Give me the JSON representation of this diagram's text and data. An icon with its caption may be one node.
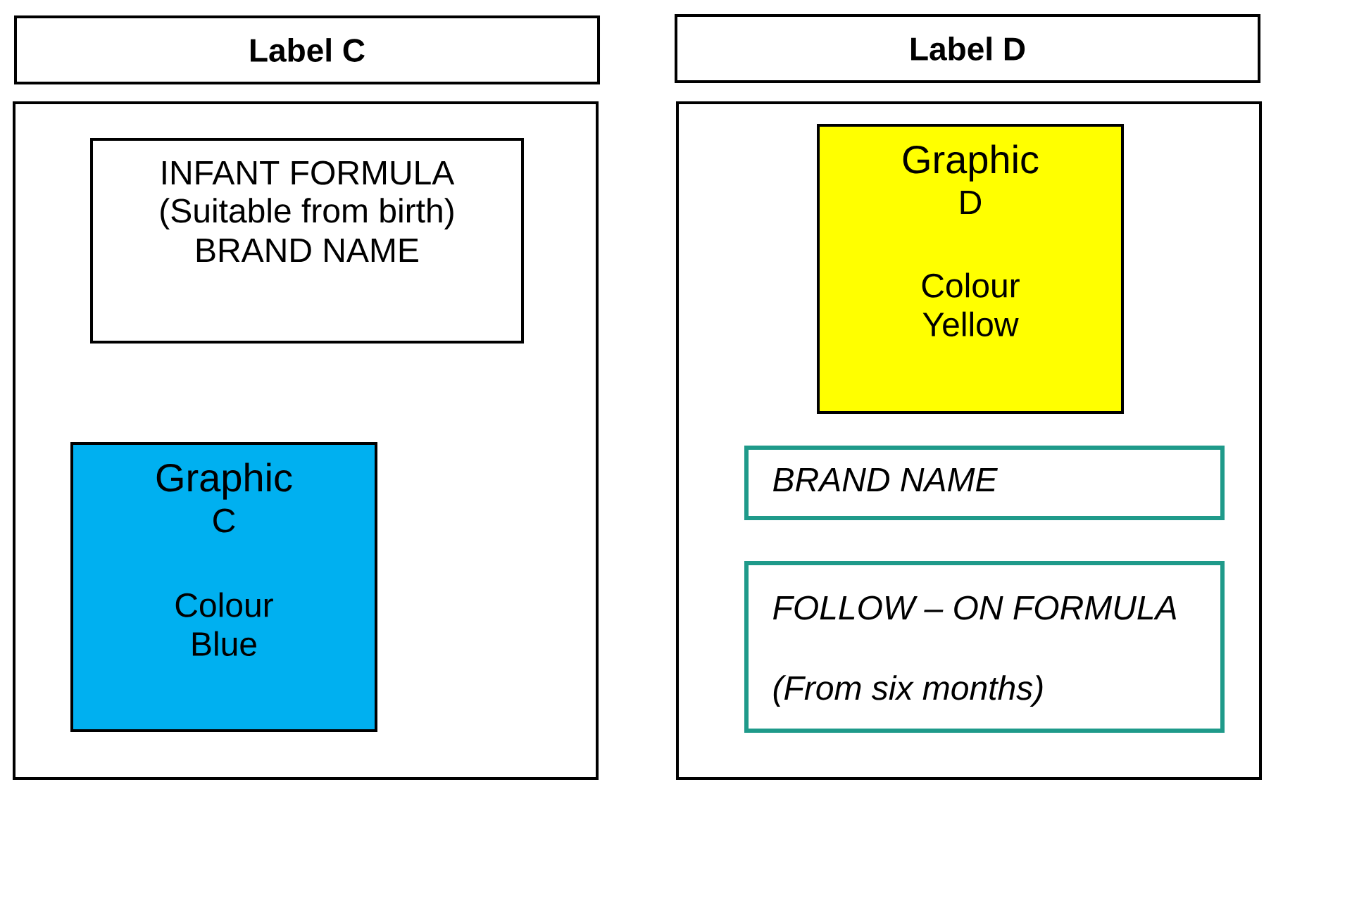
{
  "diagram": {
    "nodes": [
      {
        "text": [
          "Label C"
        ]
      },
      {
        "text": [
          "Label D"
        ]
      },
      {
        "text": [],
        "shape": "box"
      },
      {
        "text": [
          "INFANT FORMULA",
          "(Suitable from birth)",
          "BRAND NAME"
        ],
        "in": 2
      },
      {
        "text": [
          "Graphic",
          "C",
          "Colour Blue"
        ],
        "in": 2
      },
      {
        "text": [],
        "shape": "box"
      },
      {
        "text": [
          "Graphic",
          "D",
          "Colour Yellow"
        ],
        "in": 5
      },
      {
        "text": [
          "BRAND NAME"
        ],
        "in": 5
      },
      {
        "text": [
          "FOLLOW – ON FORMULA",
          "(From six months)"
        ],
        "in": 5
      }
    ]
  }
}
